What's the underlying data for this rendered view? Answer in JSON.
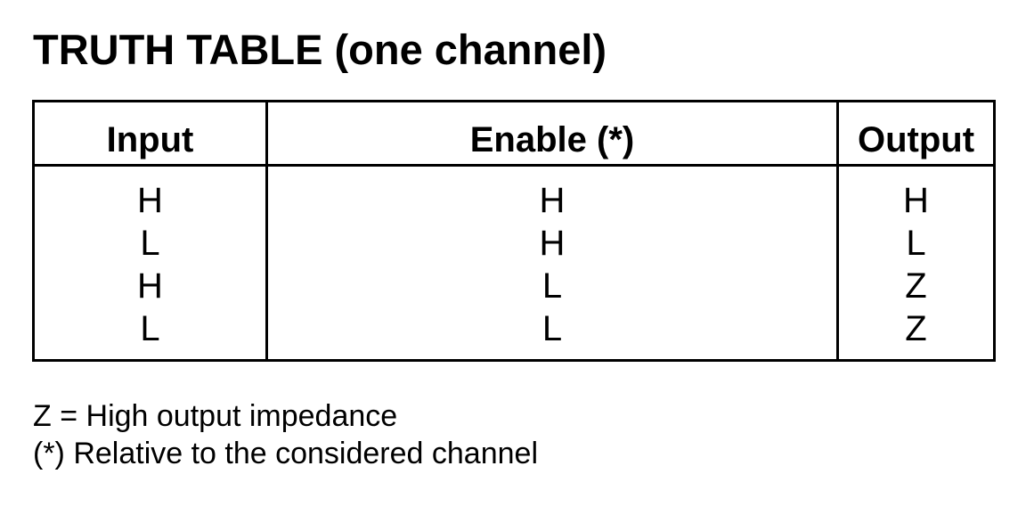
{
  "title": "TRUTH TABLE (one channel)",
  "table": {
    "headers": [
      "Input",
      "Enable (*)",
      "Output"
    ],
    "rows": [
      [
        "H",
        "H",
        "H"
      ],
      [
        "L",
        "H",
        "L"
      ],
      [
        "H",
        "L",
        "Z"
      ],
      [
        "L",
        "L",
        "Z"
      ]
    ]
  },
  "notes": [
    "Z = High output impedance",
    "(*) Relative to the considered channel"
  ]
}
